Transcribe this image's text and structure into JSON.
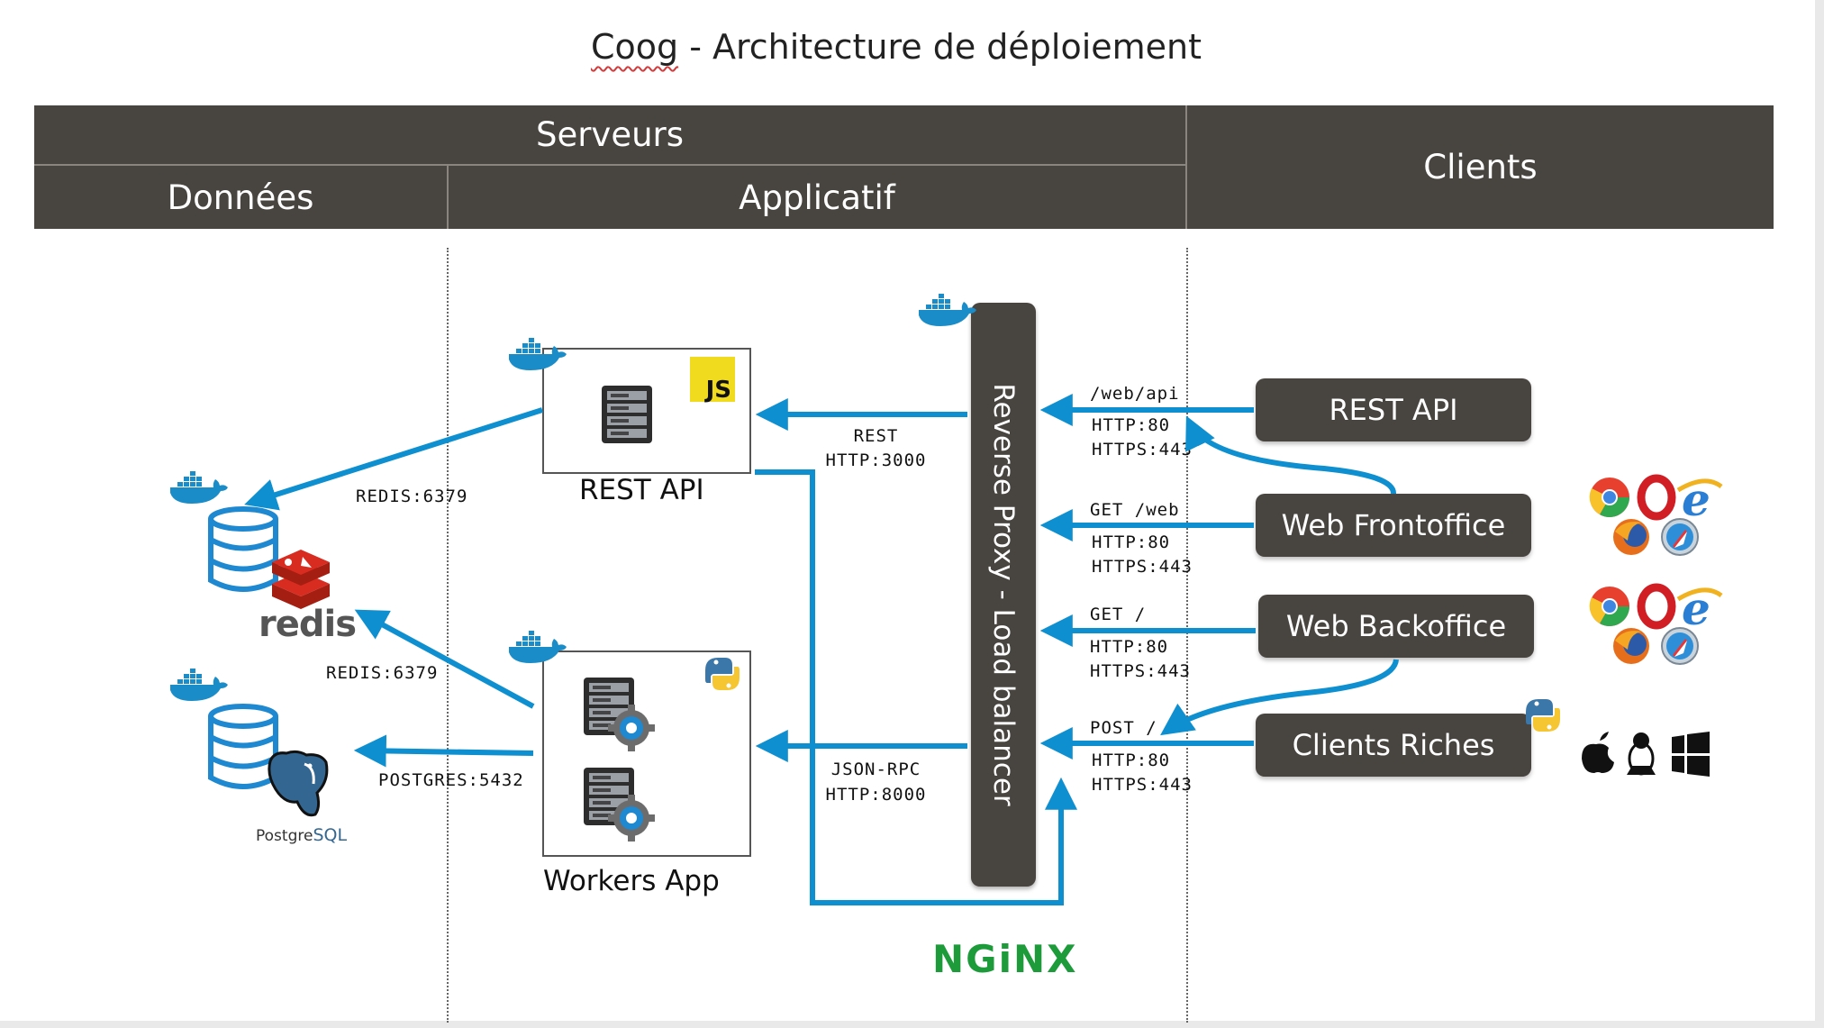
{
  "title": {
    "prefix": "Coog",
    "rest": " - Architecture de déploiement"
  },
  "headers": {
    "serveurs": "Serveurs",
    "donnees": "Données",
    "applicatif": "Applicatif",
    "clients": "Clients"
  },
  "nodes": {
    "rest_api": "REST API",
    "workers_app": "Workers App",
    "js_badge": "JS"
  },
  "proxy": {
    "label": "Reverse Proxy - Load balancer",
    "brand": "NGiNX"
  },
  "clients": {
    "rest_api": "REST API",
    "web_frontoffice": "Web Frontoffice",
    "web_backoffice": "Web Backoffice",
    "clients_riches": "Clients Riches"
  },
  "edges": {
    "redis1": "REDIS:6379",
    "redis2": "REDIS:6379",
    "postgres": "POSTGRES:5432",
    "rest_proto": "REST",
    "rest_port": "HTTP:3000",
    "jsonrpc_proto": "JSON-RPC",
    "jsonrpc_port": "HTTP:8000",
    "route_webapi": "/web/api",
    "route_getweb": "GET /web",
    "route_get": "GET /",
    "route_post": "POST /",
    "http80": "HTTP:80",
    "https443": "HTTPS:443"
  },
  "data_stores": {
    "redis": "redis",
    "postgres_prefix": "Postgre",
    "postgres_suffix": "SQL"
  },
  "colors": {
    "arrow": "#0e8fd0",
    "header": "#48443f",
    "db": "#1e88d0",
    "nginx": "#1d9b3a",
    "redis": "#d82c20"
  }
}
